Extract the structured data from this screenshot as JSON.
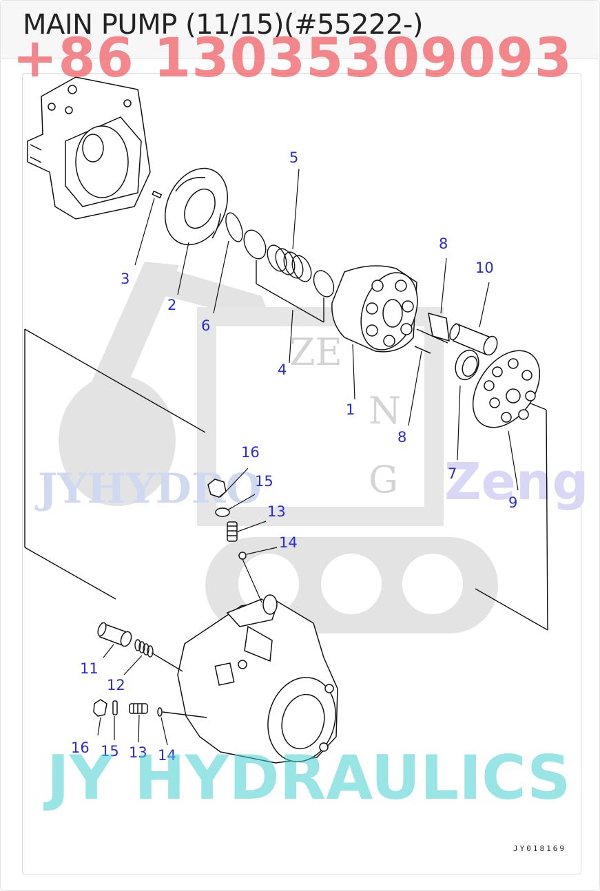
{
  "title": "MAIN PUMP (11/15)(#55222-)",
  "contact_watermark": "+86 13035309093",
  "watermarks": {
    "left": "JYHYDRO",
    "right": "Zeng",
    "bottom": "JY HYDRAULICS",
    "logo_letters": [
      "ZE",
      "N",
      "G"
    ]
  },
  "drawing_code": "JY018169",
  "callouts": {
    "c1": "1",
    "c2": "2",
    "c3": "3",
    "c4": "4",
    "c5": "5",
    "c6": "6",
    "c7": "7",
    "c8a": "8",
    "c8b": "8",
    "c9": "9",
    "c10": "10",
    "c11": "11",
    "c12": "12",
    "c13a": "13",
    "c13b": "13",
    "c14a": "14",
    "c14b": "14",
    "c15a": "15",
    "c15b": "15",
    "c16a": "16",
    "c16b": "16"
  }
}
